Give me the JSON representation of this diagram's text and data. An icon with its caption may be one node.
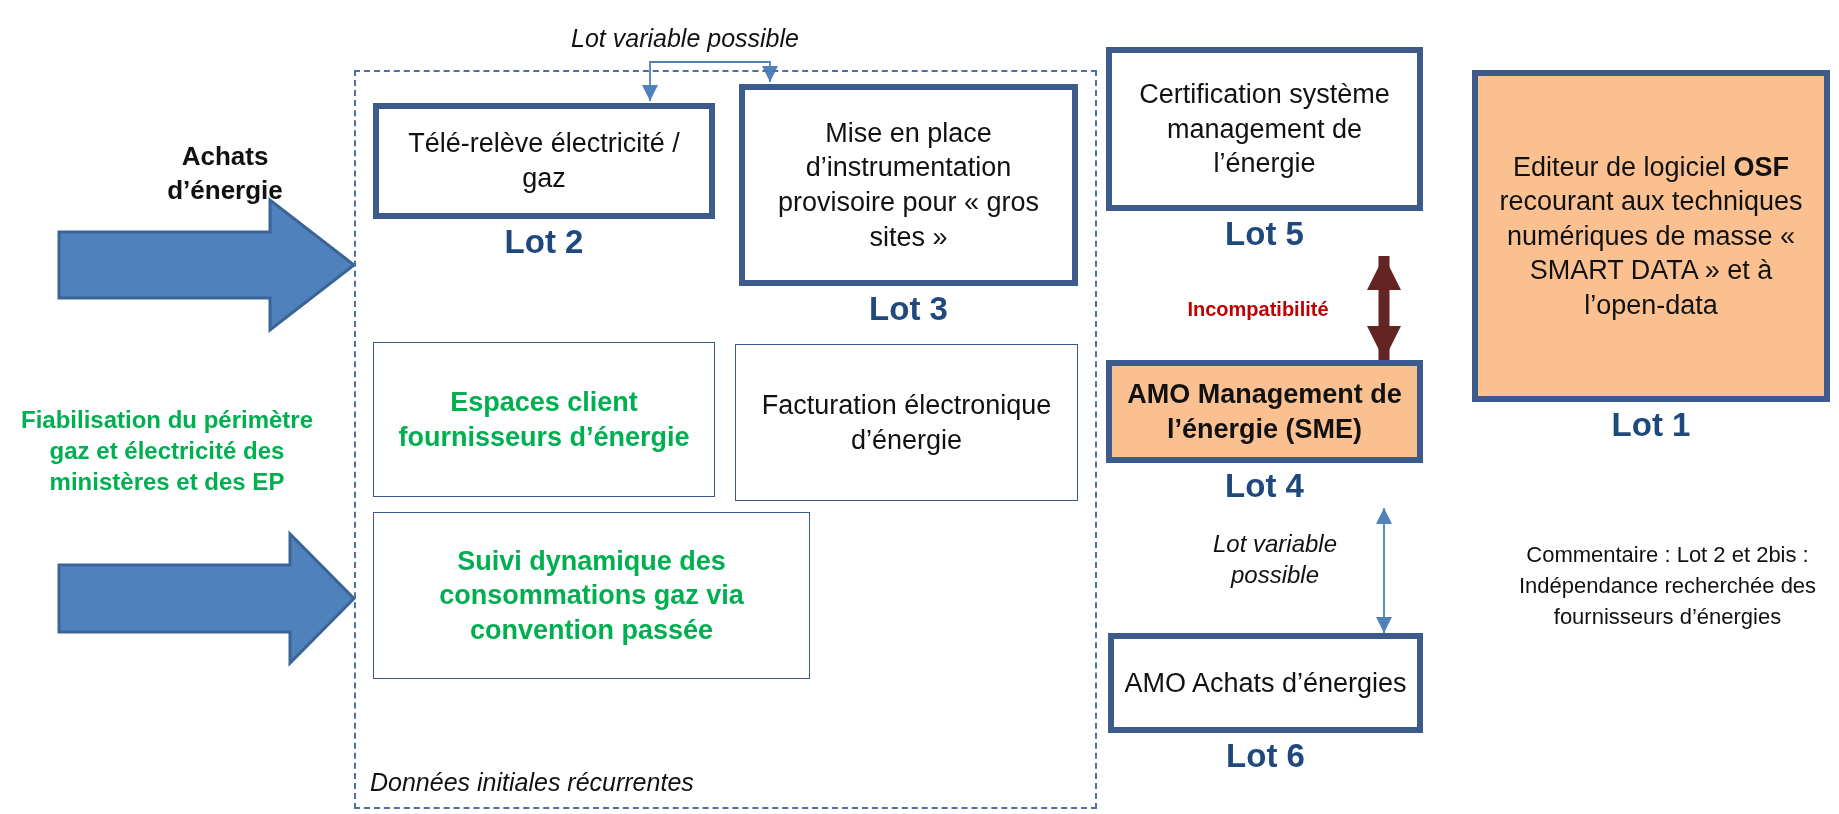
{
  "diagram": {
    "nodes": [
      {
        "text": [
          "Données initiales récurrentes"
        ]
      },
      {
        "text": [
          "Télé-relève électricité / gaz"
        ],
        "in": 0,
        "beside": [
          "Lot 2"
        ]
      },
      {
        "text": [
          "Mise en place d’instrumentation provisoire pour « gros sites »"
        ],
        "in": 0,
        "beside": [
          "Lot 3"
        ]
      },
      {
        "text": [
          "Espaces client fournisseurs d’énergie"
        ],
        "in": 0
      },
      {
        "text": [
          "Facturation électronique d’énergie"
        ],
        "in": 0
      },
      {
        "text": [
          "Suivi dynamique des consommations gaz via convention passée"
        ],
        "in": 0
      },
      {
        "text": [
          "Certification système management de l’énergie"
        ],
        "beside": [
          "Lot 5"
        ]
      },
      {
        "text": [
          "AMO Management de l’énergie (SME)"
        ],
        "beside": [
          "Lot 4"
        ]
      },
      {
        "text": [
          "AMO Achats d’énergies"
        ],
        "beside": [
          "Lot 6"
        ]
      },
      {
        "text": [
          "Editeur de logiciel **OSF** recourant aux techniques numériques de masse « SMART DATA » et à l’open-data"
        ],
        "beside": [
          "Lot 1"
        ]
      }
    ],
    "edges": [
      {
        "from": null,
        "to": 0,
        "arrow": "to",
        "label": "Achats d’énergie",
        "style": "thick",
        "color": "#4f81bd"
      },
      {
        "from": null,
        "to": 0,
        "arrow": "to",
        "label": "Fiabilisation du périmètre gaz et électricité des ministères et des EP",
        "style": "thick",
        "color": "#4f81bd"
      },
      {
        "from": 1,
        "to": 2,
        "arrow": "both",
        "label": "Lot variable possible",
        "color": "#4f81bd"
      },
      {
        "from": 6,
        "to": 7,
        "arrow": "both",
        "label": "Incompatibilité",
        "style": "thick",
        "color": "#632523"
      },
      {
        "from": 7,
        "to": 8,
        "arrow": "both",
        "label": "Lot variable possible",
        "color": "#4f81bd"
      }
    ],
    "labels": [
      "Commentaire : Lot 2 et 2bis : Indépendance recherchée des fournisseurs d’énergies"
    ]
  }
}
